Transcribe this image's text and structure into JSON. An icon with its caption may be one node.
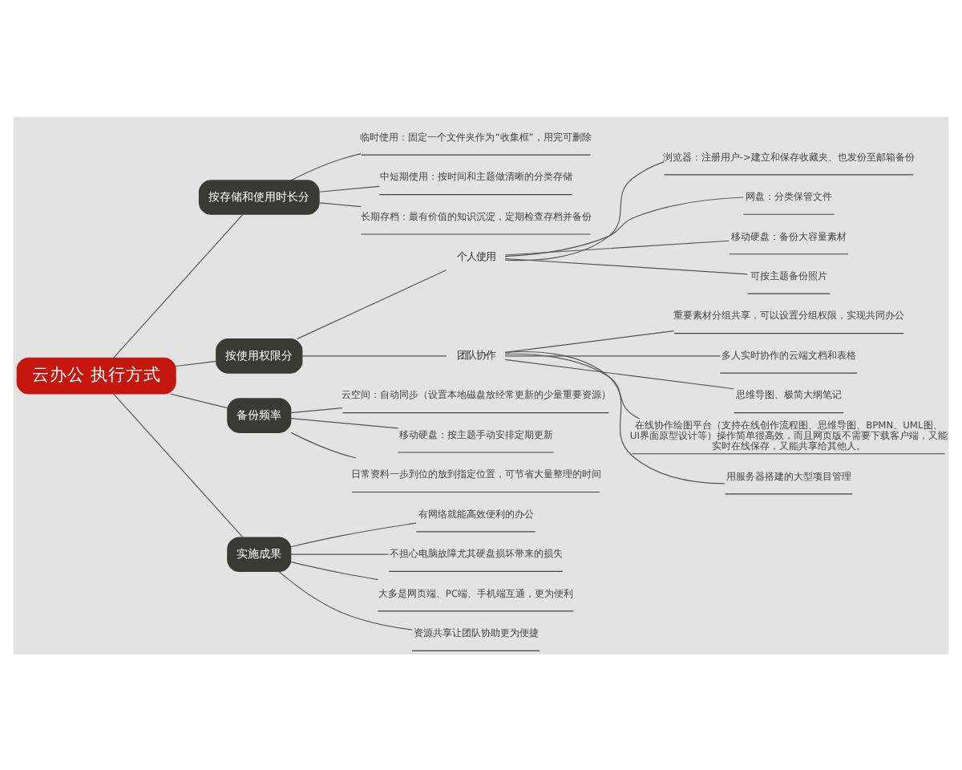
{
  "diagram": {
    "nodes": [
      {
        "text": [
          "云办公 执行方式"
        ]
      },
      {
        "text": [
          "按存储和使用时长分"
        ]
      },
      {
        "text": [
          "临时使用：固定一个文件夹作为“收集框”，用完可删除"
        ]
      },
      {
        "text": [
          "中短期使用：按时间和主题做清晰的分类存储"
        ]
      },
      {
        "text": [
          "长期存档：最有价值的知识沉淀，定期检查存档并备份"
        ]
      },
      {
        "text": [
          "按使用权限分"
        ]
      },
      {
        "text": [
          "个人使用"
        ]
      },
      {
        "text": [
          "浏览器：注册用户->建立和保存收藏夹、也发份至邮箱备份"
        ]
      },
      {
        "text": [
          "网盘：分类保管文件"
        ]
      },
      {
        "text": [
          "移动硬盘：备份大容量素材"
        ]
      },
      {
        "text": [
          "可按主题备份照片"
        ]
      },
      {
        "text": [
          "团队协作"
        ]
      },
      {
        "text": [
          "重要素材分组共享，可以设置分组权限，实现共同办公"
        ]
      },
      {
        "text": [
          "多人实时协作的云端文档和表格"
        ]
      },
      {
        "text": [
          "思维导图、极简大纲笔记"
        ]
      },
      {
        "text": [
          "在线协作绘图平台（支持在线创作流程图、思维导图、BPMN、UML图、UI界面原型设计等）操作简单很高效，而且网页版不需要下载客户端，又能实时在线保存，又能共享给其他人。"
        ]
      },
      {
        "text": [
          "用服务器搭建的大型项目管理"
        ]
      },
      {
        "text": [
          "备份频率"
        ]
      },
      {
        "text": [
          "云空间：自动同步（设置本地磁盘放经常更新的少量重要资源）"
        ]
      },
      {
        "text": [
          "移动硬盘：按主题手动安排定期更新"
        ]
      },
      {
        "text": [
          "日常资料一步到位的放到指定位置，可节省大量整理的时间"
        ]
      },
      {
        "text": [
          "实施成果"
        ]
      },
      {
        "text": [
          "有网络就能高效便利的办公"
        ]
      },
      {
        "text": [
          "不担心电脑故障尤其硬盘损坏带来的损失"
        ]
      },
      {
        "text": [
          "大多是网页端、PC端、手机端互通，更为便利"
        ]
      },
      {
        "text": [
          "资源共享让团队协助更为便捷"
        ]
      }
    ],
    "edges": [
      {
        "from": 0,
        "to": 1,
        "arrow": "none"
      },
      {
        "from": 1,
        "to": 2,
        "arrow": "none"
      },
      {
        "from": 1,
        "to": 3,
        "arrow": "none"
      },
      {
        "from": 1,
        "to": 4,
        "arrow": "none"
      },
      {
        "from": 0,
        "to": 5,
        "arrow": "none"
      },
      {
        "from": 5,
        "to": 6,
        "arrow": "none"
      },
      {
        "from": 6,
        "to": 7,
        "arrow": "none"
      },
      {
        "from": 6,
        "to": 8,
        "arrow": "none"
      },
      {
        "from": 6,
        "to": 9,
        "arrow": "none"
      },
      {
        "from": 6,
        "to": 10,
        "arrow": "none"
      },
      {
        "from": 5,
        "to": 11,
        "arrow": "none"
      },
      {
        "from": 11,
        "to": 12,
        "arrow": "none"
      },
      {
        "from": 11,
        "to": 13,
        "arrow": "none"
      },
      {
        "from": 11,
        "to": 14,
        "arrow": "none"
      },
      {
        "from": 11,
        "to": 15,
        "arrow": "none"
      },
      {
        "from": 11,
        "to": 16,
        "arrow": "none"
      },
      {
        "from": 0,
        "to": 17,
        "arrow": "none"
      },
      {
        "from": 17,
        "to": 18,
        "arrow": "none"
      },
      {
        "from": 17,
        "to": 19,
        "arrow": "none"
      },
      {
        "from": 17,
        "to": 20,
        "arrow": "none"
      },
      {
        "from": 0,
        "to": 21,
        "arrow": "none"
      },
      {
        "from": 21,
        "to": 22,
        "arrow": "none"
      },
      {
        "from": 21,
        "to": 23,
        "arrow": "none"
      },
      {
        "from": 21,
        "to": 24,
        "arrow": "none"
      },
      {
        "from": 21,
        "to": 25,
        "arrow": "none"
      }
    ]
  }
}
